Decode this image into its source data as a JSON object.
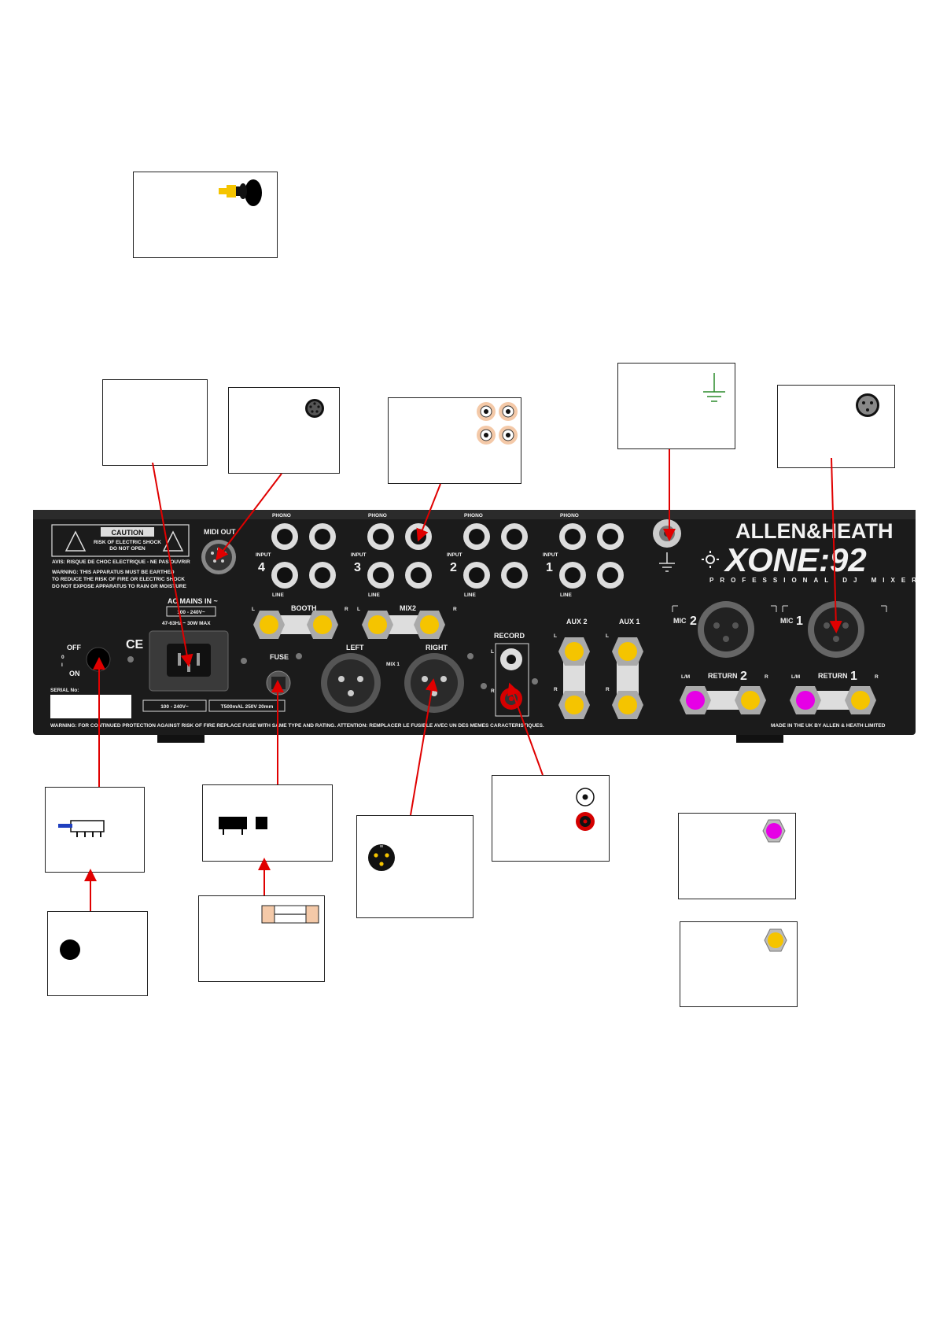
{
  "panel": {
    "brand": "ALLEN&HEATH",
    "model": "XONE:92",
    "tagline": "PROFESSIONAL DJ MIXER",
    "caution": {
      "title": "CAUTION",
      "line1": "RISK OF ELECTRIC SHOCK",
      "line2": "DO NOT OPEN",
      "french": "AVIS: RISQUE DE CHOC ELECTRIQUE - NE PAS OUVRIR"
    },
    "warning_lines": [
      "WARNING: THIS APPARATUS MUST BE EARTHED",
      "TO REDUCE THE RISK OF FIRE OR ELECTRIC SHOCK",
      "DO NOT EXPOSE APPARATUS TO RAIN OR MOISTURE"
    ],
    "midi_out": "MIDI OUT",
    "ac_mains": "AC MAINS IN ~",
    "voltage_box": "100 - 240V~",
    "power_spec": "47-63Hz ~ 30W MAX",
    "fuse": "FUSE",
    "serial": "SERIAL No:",
    "fuse_spec_left": "100 - 240V~",
    "fuse_spec_right": "T500mAL 250V 20mm",
    "switch_off": "OFF",
    "switch_on": "ON",
    "switch_0": "0",
    "switch_1": "I",
    "phono": "PHONO",
    "line": "LINE",
    "input": "INPUT",
    "input_numbers": [
      "4",
      "3",
      "2",
      "1"
    ],
    "L": "L",
    "R": "R",
    "booth": "BOOTH",
    "mix2": "MIX2",
    "mix1": "MIX 1",
    "left": "LEFT",
    "right": "RIGHT",
    "record": "RECORD",
    "aux2": "AUX 2",
    "aux1": "AUX 1",
    "mic": "MIC",
    "mic2": "2",
    "mic1": "1",
    "lm": "L/M",
    "return": "RETURN",
    "return2": "2",
    "return1": "1",
    "bottom_warning": "WARNING: FOR CONTINUED PROTECTION AGAINST RISK OF FIRE REPLACE FUSE WITH SAME TYPE AND RATING.   ATTENTION: REMPLACER LE FUSIBLE AVEC UN DES MEMES CARACTERISTIQUES.",
    "made_in": "MADE IN THE UK BY ALLEN & HEATH LIMITED",
    "ce": "CE"
  },
  "colors": {
    "panel": "#1b1b1b",
    "arrow": "#e00000",
    "yellow_jack": "#f5c400",
    "magenta_jack": "#e600e6",
    "rca_orange": "#f4c9a8",
    "ground_green": "#2a8a2a",
    "rca_red": "#d40000"
  },
  "legend_icons": [
    "rca-plug-icon",
    "power-cord-icon",
    "midi-din-icon",
    "rca-pair-icon",
    "ground-icon",
    "xlr-female-icon",
    "power-switch-icon",
    "power-button-icon",
    "fuse-holder-icon",
    "fuse-icon",
    "xlr-male-icon",
    "record-rca-icon",
    "return-jack-magenta-icon",
    "return-jack-yellow-icon"
  ]
}
